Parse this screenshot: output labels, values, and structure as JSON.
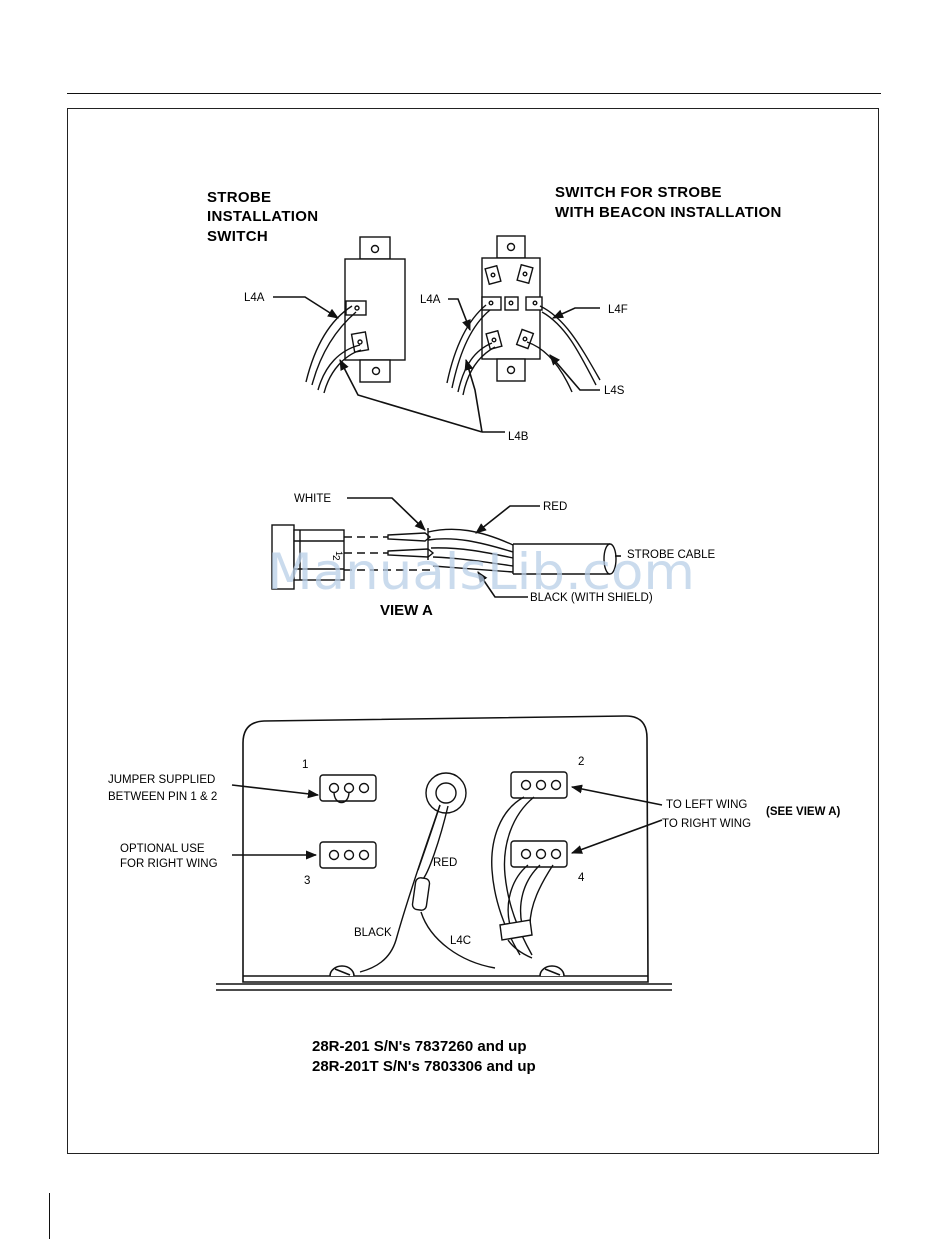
{
  "headings": {
    "left_title": [
      "STROBE",
      "INSTALLATION",
      "SWITCH"
    ],
    "right_title": [
      "SWITCH FOR STROBE",
      "WITH BEACON INSTALLATION"
    ]
  },
  "switch_labels": {
    "l4a_left": "L4A",
    "l4a_right": "L4A",
    "l4f": "L4F",
    "l4s": "L4S",
    "l4b": "L4B"
  },
  "view_a": {
    "white": "WHITE",
    "red": "RED",
    "strobe_cable": "STROBE CABLE",
    "black_shield": "BLACK (WITH SHIELD)",
    "pin_1": "1",
    "pin_2": "2",
    "title": "VIEW A"
  },
  "power_supply": {
    "conn_1": "1",
    "conn_2": "2",
    "conn_3": "3",
    "conn_4": "4",
    "jumper": [
      "JUMPER SUPPLIED",
      "BETWEEN PIN 1 & 2"
    ],
    "optional": [
      "OPTIONAL USE",
      "FOR RIGHT WING"
    ],
    "left_wing": "TO LEFT WING",
    "right_wing": "TO RIGHT WING",
    "see_view": "(SEE VIEW A)",
    "red": "RED",
    "black": "BLACK",
    "l4c": "L4C"
  },
  "caption": [
    "28R-201 S/N's 7837260 and up",
    "28R-201T S/N's 7803306 and up"
  ],
  "watermark": "ManualsLib.com"
}
